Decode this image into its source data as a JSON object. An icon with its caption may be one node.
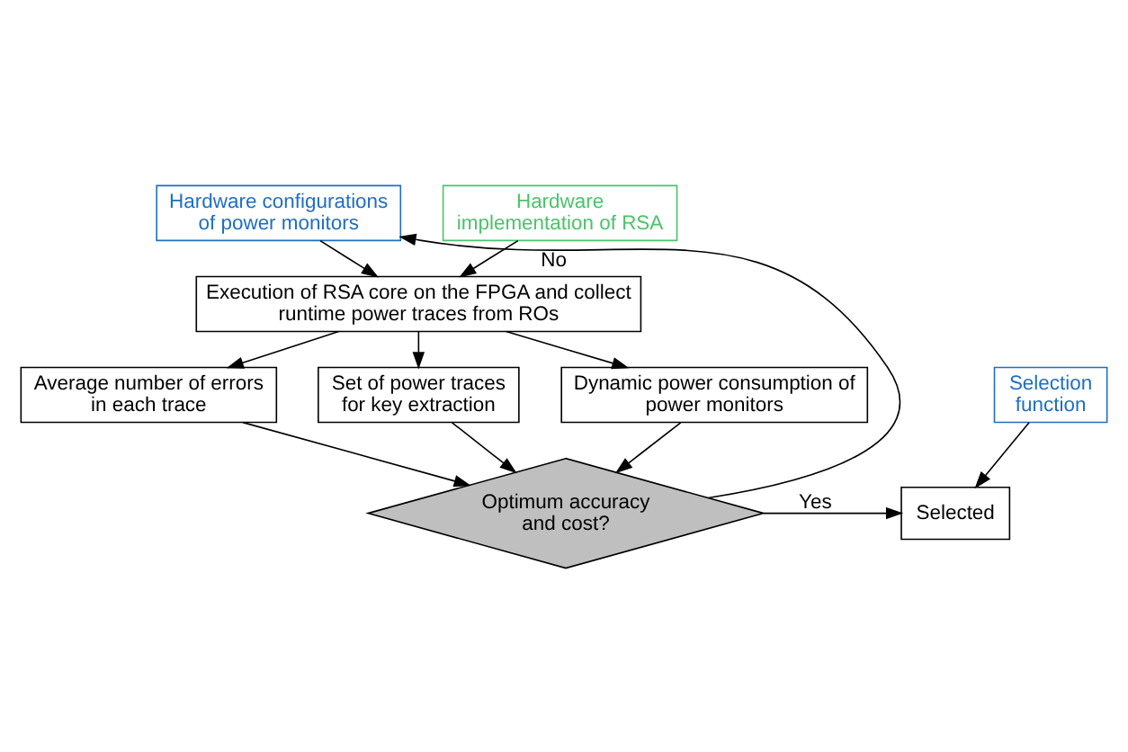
{
  "diagram": {
    "nodes": [
      {
        "text": [
          "Hardware configurations of power monitors"
        ]
      },
      {
        "text": [
          "Hardware implementation of RSA"
        ]
      },
      {
        "text": [
          "Execution of RSA core on the FPGA and collect runtime power traces from ROs"
        ]
      },
      {
        "text": [
          "Average number of errors in each trace"
        ]
      },
      {
        "text": [
          "Set of power traces for key extraction"
        ]
      },
      {
        "text": [
          "Dynamic power consumption of power monitors"
        ]
      },
      {
        "text": [
          "Selection function"
        ]
      },
      {
        "text": [
          "Optimum accuracy and cost?"
        ]
      },
      {
        "text": [
          "Selected"
        ]
      }
    ],
    "edges": [
      {
        "from": 0,
        "to": 2,
        "arrow": "to"
      },
      {
        "from": 1,
        "to": 2,
        "arrow": "to"
      },
      {
        "from": 2,
        "to": 3,
        "arrow": "to"
      },
      {
        "from": 2,
        "to": 5,
        "arrow": "to"
      },
      {
        "from": 2,
        "to": 4,
        "arrow": "to"
      },
      {
        "from": 3,
        "to": 7,
        "arrow": "to"
      },
      {
        "from": 5,
        "to": 7,
        "arrow": "to"
      },
      {
        "from": 4,
        "to": 7,
        "arrow": "to"
      },
      {
        "from": 7,
        "to": 0,
        "arrow": "to",
        "label": "No"
      },
      {
        "from": 7,
        "to": 8,
        "arrow": "to",
        "label": "Yes"
      },
      {
        "from": 6,
        "to": 8,
        "arrow": "to"
      }
    ]
  }
}
